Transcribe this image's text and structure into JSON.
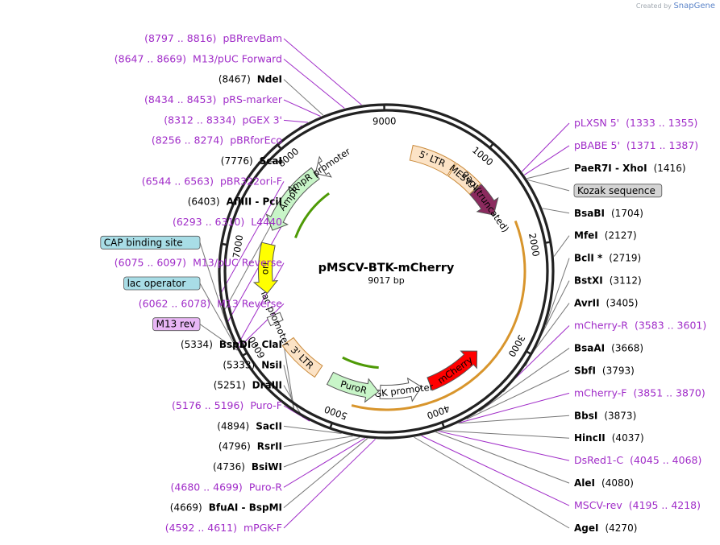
{
  "credit": {
    "prefix": "Created by",
    "brand": "SnapGene"
  },
  "plasmid": {
    "name": "pMSCV-BTK-mCherry",
    "length": 9017,
    "length_label": "9017 bp"
  },
  "ticks": [
    {
      "bp": 1000,
      "label": "1000"
    },
    {
      "bp": 2000,
      "label": "2000"
    },
    {
      "bp": 3000,
      "label": "3000"
    },
    {
      "bp": 4000,
      "label": "4000"
    },
    {
      "bp": 5000,
      "label": "5000"
    },
    {
      "bp": 6000,
      "label": "6000"
    },
    {
      "bp": 7000,
      "label": "7000"
    },
    {
      "bp": 8000,
      "label": "8000"
    },
    {
      "bp": 9000,
      "label": "9000"
    }
  ],
  "features": [
    {
      "name": "5' LTR",
      "start": 300,
      "end": 814,
      "kind": "box",
      "color": "#fce3c6",
      "stroke": "#c98a3b",
      "label": "5' LTR"
    },
    {
      "name": "MESV Ψ",
      "start": 830,
      "end": 1180,
      "kind": "box",
      "color": "#fce3c6",
      "stroke": "#c98a3b",
      "label": "MESV Ψ"
    },
    {
      "name": "gag (truncated)",
      "start": 1190,
      "end": 1560,
      "kind": "arrow",
      "color": "#8b2a5e",
      "label": "gag (truncated)"
    },
    {
      "name": "BTK",
      "start": 1720,
      "end": 4880,
      "kind": "orf",
      "color": "#f2b25b",
      "label": ""
    },
    {
      "name": "mCherry",
      "start": 3290,
      "end": 3980,
      "kind": "arrow-rev",
      "color": "#ff0000",
      "label": "mCherry"
    },
    {
      "name": "PGK promoter",
      "start": 4085,
      "end": 4580,
      "kind": "arrow-rev",
      "color": "#ffffff",
      "label": "PGK promoter"
    },
    {
      "name": "PuroR",
      "start": 4600,
      "end": 5200,
      "kind": "arrow-rev",
      "color": "#c8f5c8",
      "label": "PuroR"
    },
    {
      "name": "3' LTR",
      "start": 5360,
      "end": 5870,
      "kind": "box",
      "color": "#fce3c6",
      "stroke": "#c98a3b",
      "label": "3' LTR"
    },
    {
      "name": "lac promoter",
      "start": 6130,
      "end": 6230,
      "kind": "box",
      "color": "#ffffff",
      "label": "lac promoter"
    },
    {
      "name": "ori",
      "start": 6500,
      "end": 7090,
      "kind": "arrow-rev",
      "color": "#ffff00",
      "label": "ori"
    },
    {
      "name": "AmpR",
      "start": 7260,
      "end": 8120,
      "kind": "arrow-rev",
      "color": "#c8f5c8",
      "label": "AmpR"
    },
    {
      "name": "AmpR promoter",
      "start": 8120,
      "end": 8220,
      "kind": "arrow-rev",
      "color": "#ffffff",
      "label": "AmpR promoter"
    }
  ],
  "orf_arcs": [
    {
      "start": 1720,
      "end": 4870,
      "color": "#d8952c",
      "dir": "cw",
      "label": ""
    },
    {
      "start": 4620,
      "end": 5180,
      "color": "#4e9a06",
      "dir": "ccw",
      "label": ""
    },
    {
      "start": 7270,
      "end": 8110,
      "color": "#4e9a06",
      "dir": "ccw",
      "label": ""
    }
  ],
  "left_labels": [
    {
      "pos": "(8797 .. 8816)",
      "name": "pBRrevBam",
      "type": "primer",
      "bp": 8806
    },
    {
      "pos": "(8647 .. 8669)",
      "name": "M13/pUC Forward",
      "type": "primer",
      "bp": 8658
    },
    {
      "pos": "(8467)",
      "name": "NdeI",
      "type": "enzyme",
      "bp": 8467
    },
    {
      "pos": "(8434 .. 8453)",
      "name": "pRS-marker",
      "type": "primer",
      "bp": 8443
    },
    {
      "pos": "(8312 .. 8334)",
      "name": "pGEX 3'",
      "type": "primer",
      "bp": 8323
    },
    {
      "pos": "(8256 .. 8274)",
      "name": "pBRforEco",
      "type": "primer",
      "bp": 8265
    },
    {
      "pos": "(7776)",
      "name": "ScaI",
      "type": "enzyme",
      "bp": 7776
    },
    {
      "pos": "(6544 .. 6563)",
      "name": "pBR322ori-F",
      "type": "primer",
      "bp": 6553
    },
    {
      "pos": "(6403)",
      "name": "AflIII - PciI",
      "type": "enzyme",
      "bp": 6403
    },
    {
      "pos": "(6293 .. 6310)",
      "name": "L4440",
      "type": "primer",
      "bp": 6301
    },
    {
      "pos": "",
      "name": "CAP binding site",
      "type": "tag",
      "bp": 6250,
      "color": "#a8dde6"
    },
    {
      "pos": "(6075 .. 6097)",
      "name": "M13/pUC Reverse",
      "type": "primer",
      "bp": 6086
    },
    {
      "pos": "",
      "name": "lac operator",
      "type": "tag",
      "bp": 6105,
      "color": "#a8dde6"
    },
    {
      "pos": "(6062 .. 6078)",
      "name": "M13 Reverse",
      "type": "primer",
      "bp": 6070
    },
    {
      "pos": "",
      "name": "M13 rev",
      "type": "tag",
      "bp": 6060,
      "color": "#e8b6f5"
    },
    {
      "pos": "(5334)",
      "name": "BspDI - ClaI",
      "type": "enzyme",
      "bp": 5334
    },
    {
      "pos": "(5333)",
      "name": "NsiI",
      "type": "enzyme",
      "bp": 5333
    },
    {
      "pos": "(5251)",
      "name": "DraIII",
      "type": "enzyme",
      "bp": 5251
    },
    {
      "pos": "(5176 .. 5196)",
      "name": "Puro-F",
      "type": "primer",
      "bp": 5186
    },
    {
      "pos": "(4894)",
      "name": "SacII",
      "type": "enzyme",
      "bp": 4894
    },
    {
      "pos": "(4796)",
      "name": "RsrII",
      "type": "enzyme",
      "bp": 4796
    },
    {
      "pos": "(4736)",
      "name": "BsiWI",
      "type": "enzyme",
      "bp": 4736
    },
    {
      "pos": "(4680 .. 4699)",
      "name": "Puro-R",
      "type": "primer",
      "bp": 4690
    },
    {
      "pos": "(4669)",
      "name": "BfuAI - BspMI",
      "type": "enzyme",
      "bp": 4669
    },
    {
      "pos": "(4592 .. 4611)",
      "name": "mPGK-F",
      "type": "primer",
      "bp": 4601
    }
  ],
  "right_labels": [
    {
      "pos": "(1333 .. 1355)",
      "name": "pLXSN 5'",
      "type": "primer",
      "bp": 1344
    },
    {
      "pos": "(1371 .. 1387)",
      "name": "pBABE 5'",
      "type": "primer",
      "bp": 1379
    },
    {
      "pos": "(1416)",
      "name": "PaeR7I - XhoI",
      "type": "enzyme",
      "bp": 1416
    },
    {
      "pos": "",
      "name": "Kozak sequence",
      "type": "tag",
      "bp": 1430,
      "color": "#d4d4d4"
    },
    {
      "pos": "(1704)",
      "name": "BsaBI",
      "type": "enzyme",
      "bp": 1704
    },
    {
      "pos": "(2127)",
      "name": "MfeI",
      "type": "enzyme",
      "bp": 2127
    },
    {
      "pos": "(2719)",
      "name": "BclI *",
      "type": "enzyme",
      "bp": 2719
    },
    {
      "pos": "(3112)",
      "name": "BstXI",
      "type": "enzyme",
      "bp": 3112
    },
    {
      "pos": "(3405)",
      "name": "AvrII",
      "type": "enzyme",
      "bp": 3405
    },
    {
      "pos": "(3583 .. 3601)",
      "name": "mCherry-R",
      "type": "primer",
      "bp": 3592
    },
    {
      "pos": "(3668)",
      "name": "BsaAI",
      "type": "enzyme",
      "bp": 3668
    },
    {
      "pos": "(3793)",
      "name": "SbfI",
      "type": "enzyme",
      "bp": 3793
    },
    {
      "pos": "(3851 .. 3870)",
      "name": "mCherry-F",
      "type": "primer",
      "bp": 3860
    },
    {
      "pos": "(3873)",
      "name": "BbsI",
      "type": "enzyme",
      "bp": 3873
    },
    {
      "pos": "(4037)",
      "name": "HincII",
      "type": "enzyme",
      "bp": 4037
    },
    {
      "pos": "(4045 .. 4068)",
      "name": "DsRed1-C",
      "type": "primer",
      "bp": 4056
    },
    {
      "pos": "(4080)",
      "name": "AleI",
      "type": "enzyme",
      "bp": 4080
    },
    {
      "pos": "(4195 .. 4218)",
      "name": "MSCV-rev",
      "type": "primer",
      "bp": 4206
    },
    {
      "pos": "(4270)",
      "name": "AgeI",
      "type": "enzyme",
      "bp": 4270
    }
  ]
}
